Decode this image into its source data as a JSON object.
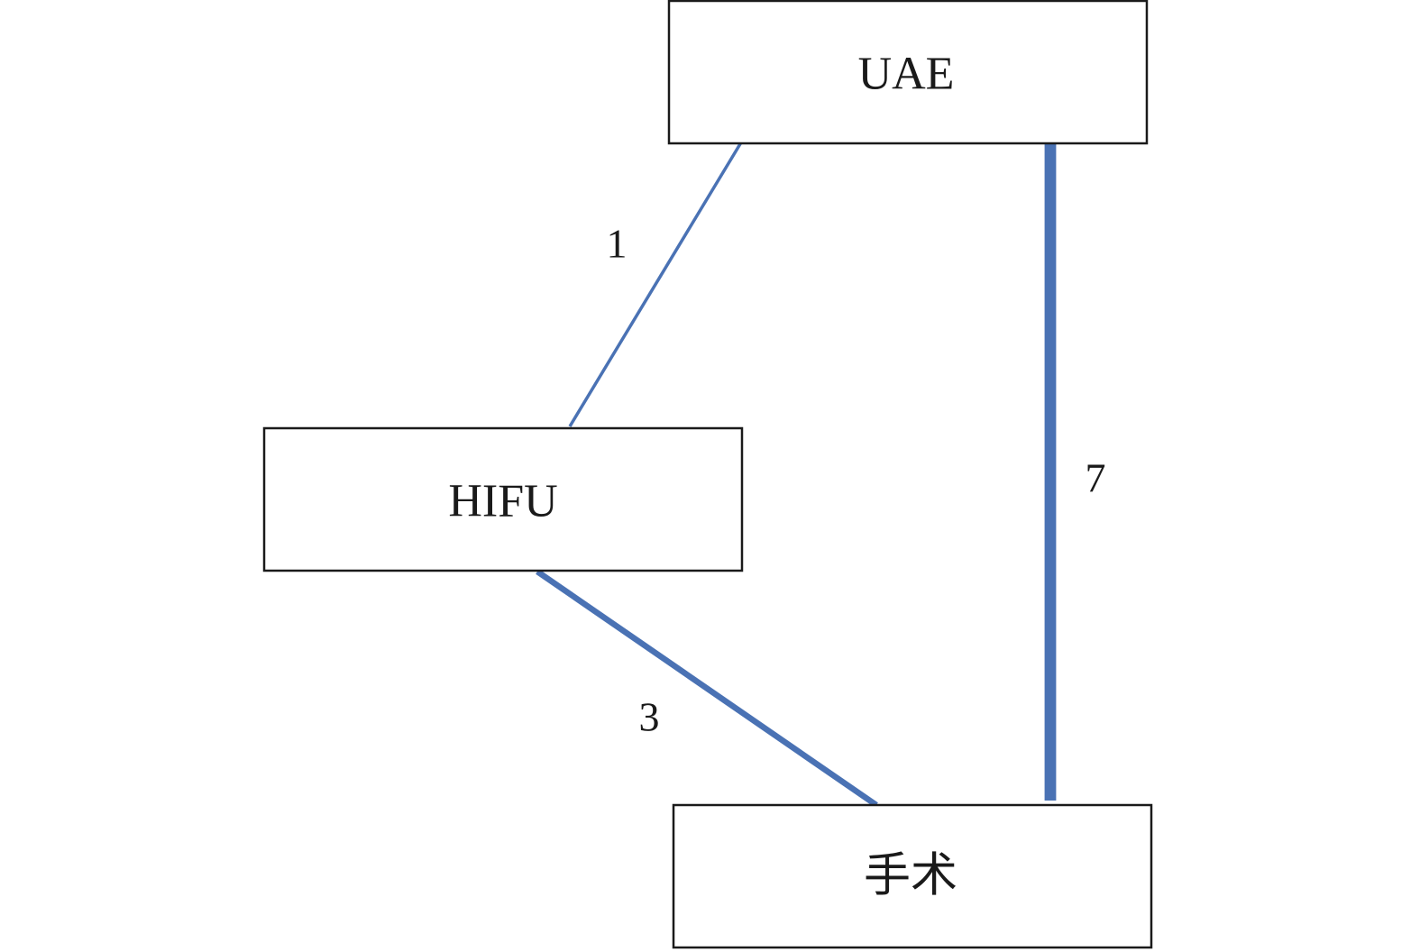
{
  "diagram": {
    "nodes": [
      {
        "id": "uae",
        "label": "UAE"
      },
      {
        "id": "hifu",
        "label": "HIFU"
      },
      {
        "id": "surgery",
        "label": "手术"
      }
    ],
    "edges": [
      {
        "from": "uae",
        "to": "hifu",
        "label": "1",
        "weight": 1
      },
      {
        "from": "hifu",
        "to": "surgery",
        "label": "3",
        "weight": 3
      },
      {
        "from": "uae",
        "to": "surgery",
        "label": "7",
        "weight": 7
      }
    ],
    "edge_color": "#4a72b4"
  }
}
